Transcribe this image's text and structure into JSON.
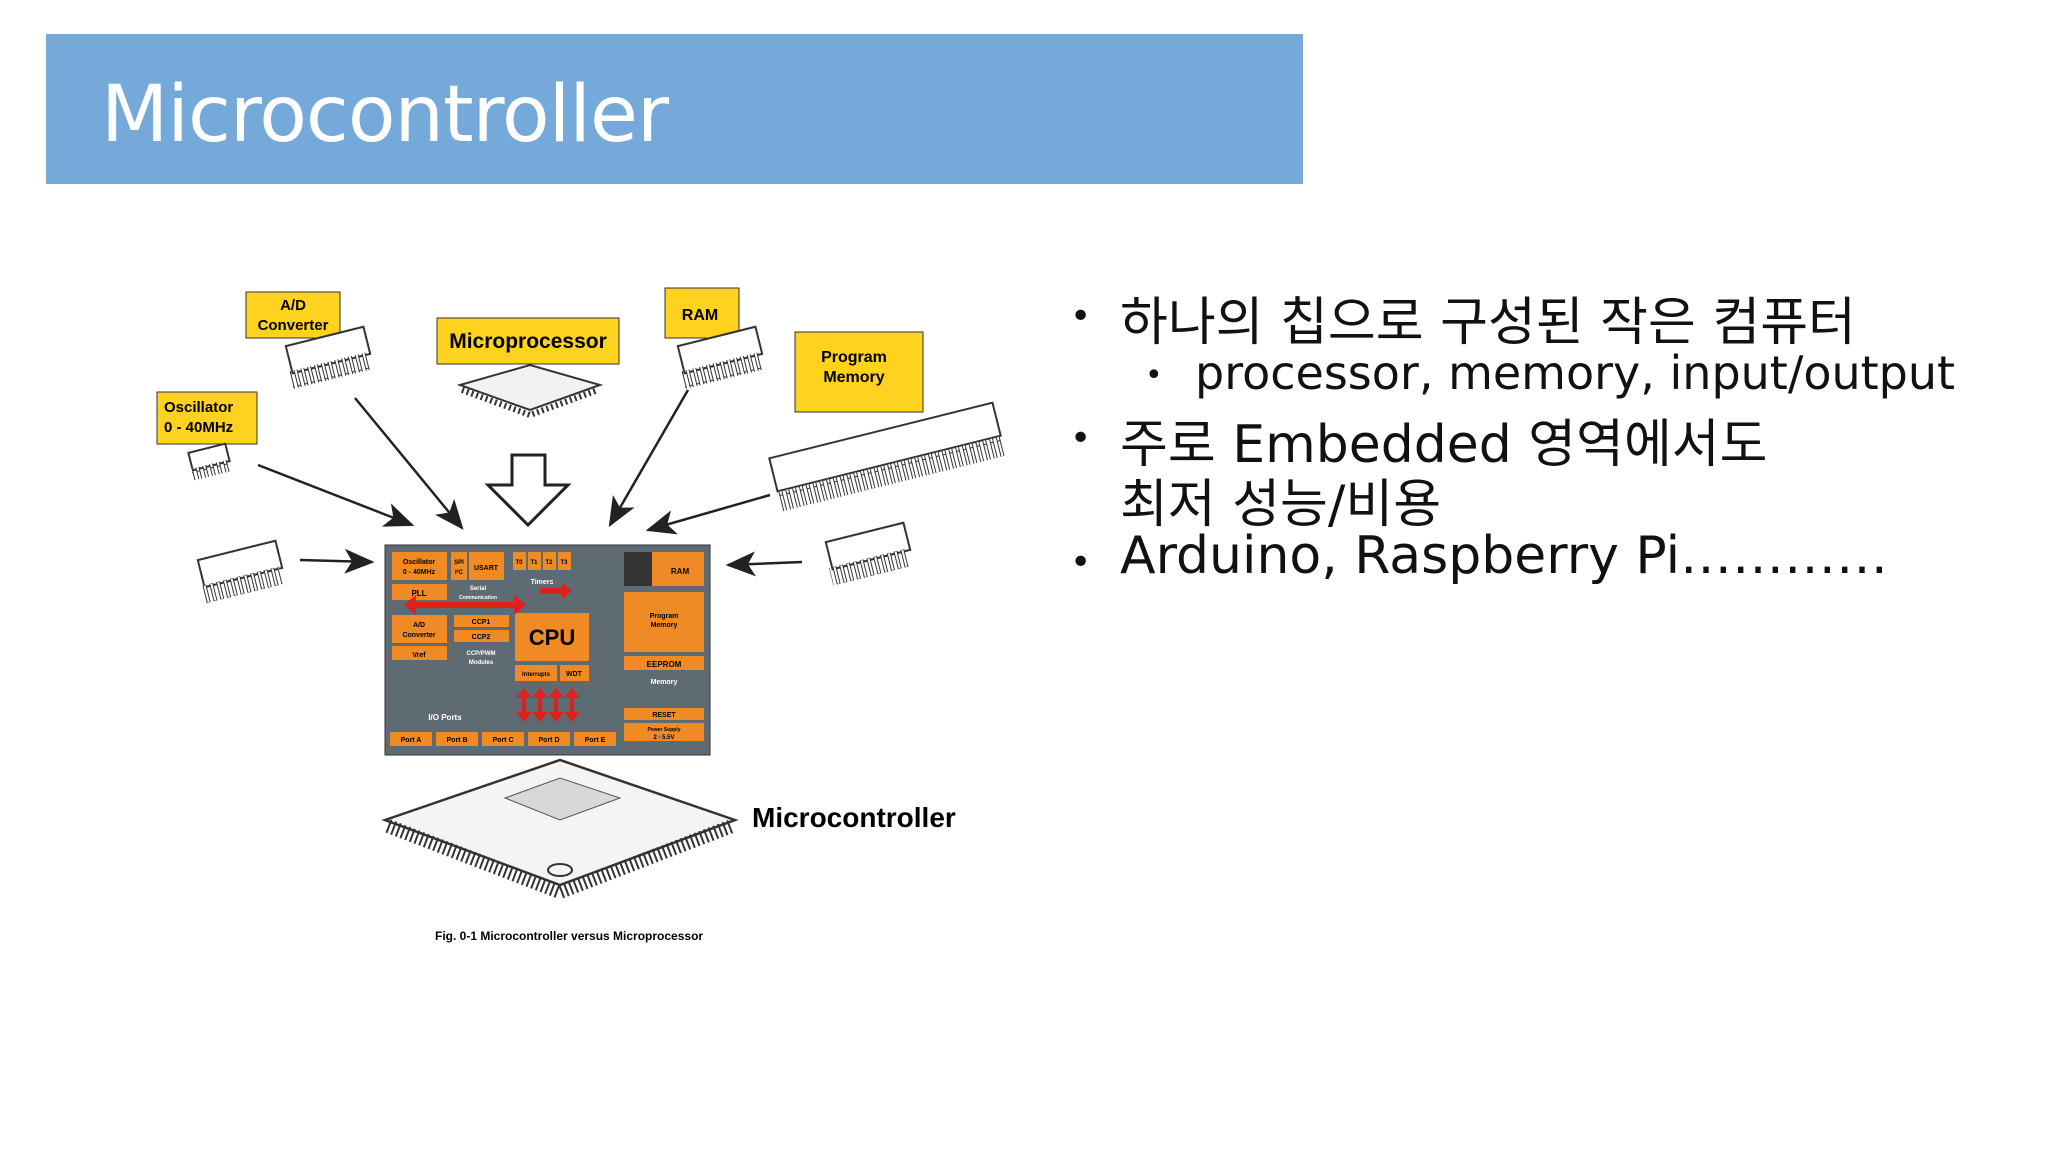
{
  "slide": {
    "title": "Microcontroller"
  },
  "bullets": {
    "b1": "하나의 칩으로 구성된 작은 컴퓨터",
    "b1_sub": "processor, memory, input/output",
    "b2_line1": "주로 Embedded 영역에서도",
    "b2_line2": "최저 성능/비용",
    "b3": "Arduino, Raspberry Pi…………"
  },
  "figure": {
    "labels": {
      "ad_converter": [
        "A/D",
        "Converter"
      ],
      "microprocessor": "Microprocessor",
      "ram": "RAM",
      "program_memory": [
        "Program",
        "Memory"
      ],
      "oscillator": [
        "Oscillator",
        "0 - 40MHz"
      ],
      "microcontroller": "Microcontroller"
    },
    "block": {
      "oscillator": [
        "Oscillator",
        "0 - 40MHz"
      ],
      "pll": "PLL",
      "spi": [
        "SPI",
        "I²C"
      ],
      "usart": "USART",
      "serial": [
        "Serial",
        "Communication"
      ],
      "t0": "T0",
      "t1": "T1",
      "t2": "T2",
      "t3": "T3",
      "timers": "Timers",
      "ram": "RAM",
      "program_memory": [
        "Program",
        "Memory"
      ],
      "eeprom": "EEPROM",
      "memory": "Memory",
      "ad_converter": [
        "A/D",
        "Converter"
      ],
      "vref": "Vref",
      "ccp1": "CCP1",
      "ccp2": "CCP2",
      "ccp_pwm": [
        "CCP/PWM",
        "Modules"
      ],
      "cpu": "CPU",
      "interrupts": "Interrupts",
      "wdt": "WDT",
      "io_ports": "I/O Ports",
      "reset": "RESET",
      "power": [
        "Power Supply",
        "2 - 5.5V"
      ],
      "ports": [
        "Port A",
        "Port B",
        "Port C",
        "Port D",
        "Port E"
      ]
    },
    "caption": "Fig. 0-1 Microcontroller versus Microprocessor",
    "colors": {
      "orange": "#f08a24",
      "gray": "#5f6b73",
      "yellow": "#ffd21f",
      "red": "#e0201b"
    }
  },
  "colors": {
    "title_bar": "#74a9d9"
  }
}
